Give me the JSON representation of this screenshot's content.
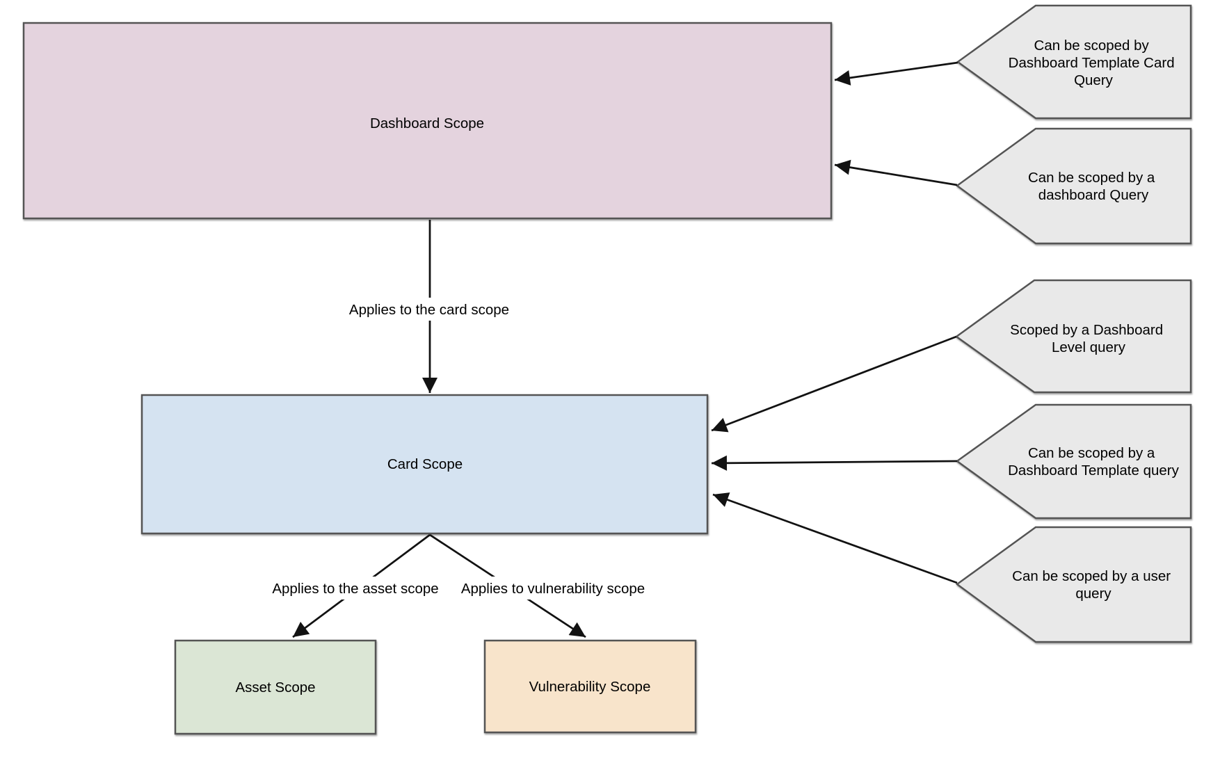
{
  "diagram": {
    "nodes": {
      "dashboard": {
        "label": "Dashboard Scope",
        "fill": "#e4d3de"
      },
      "card": {
        "label": "Card Scope",
        "fill": "#d5e3f1"
      },
      "asset": {
        "label": "Asset Scope",
        "fill": "#dbe6d5"
      },
      "vulnerability": {
        "label": "Vulnerability Scope",
        "fill": "#f8e4cb"
      }
    },
    "callout_fill": "#e9e9e9",
    "callouts": [
      {
        "lines": [
          "Can be scoped by",
          "Dashboard Template Card",
          "Query"
        ]
      },
      {
        "lines": [
          "Can be scoped by a",
          "dashboard Query"
        ]
      },
      {
        "lines": [
          "Scoped by a  Dashboard",
          "Level query"
        ]
      },
      {
        "lines": [
          "Can be scoped by a",
          "Dashboard Template query"
        ]
      },
      {
        "lines": [
          "Can be scoped by a user",
          "query"
        ]
      }
    ],
    "edge_labels": {
      "to_card": "Applies to the card scope",
      "to_asset": "Applies to the asset scope",
      "to_vulnerability": "Applies to vulnerability scope"
    },
    "colors": {
      "shape_border": "#545454",
      "arrow": "#121212",
      "text": "#000000",
      "background": "#ffffff"
    }
  }
}
